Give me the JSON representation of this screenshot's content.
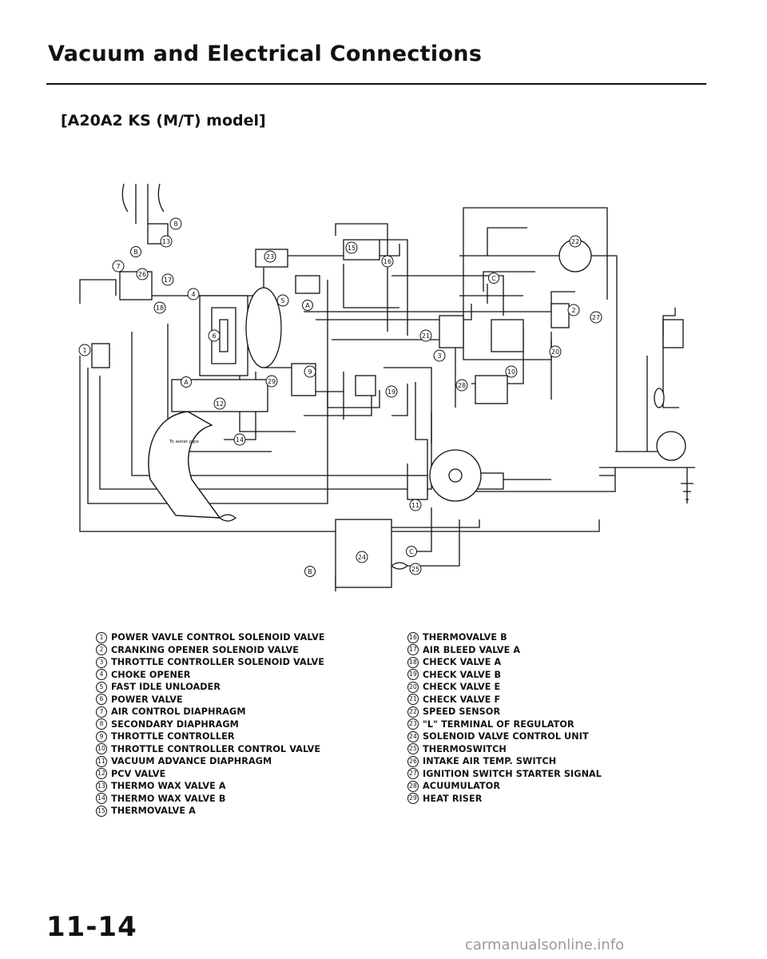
{
  "page": {
    "title": "Vacuum and Electrical Connections",
    "model": "[A20A2 KS (M/T) model]",
    "page_number": "11-14",
    "watermark": "carmanualsonline.info"
  },
  "diagram": {
    "markers": [
      "1",
      "2",
      "3",
      "4",
      "5",
      "6",
      "7",
      "8",
      "9",
      "10",
      "11",
      "12",
      "13",
      "14",
      "15",
      "16",
      "17",
      "18",
      "19",
      "20",
      "21",
      "22",
      "23",
      "24",
      "25",
      "26",
      "27",
      "28",
      "29"
    ],
    "connectors": [
      "A",
      "B",
      "C"
    ],
    "note": "To water pipe"
  },
  "legend": {
    "left": [
      {
        "num": "1",
        "text": "POWER VAVLE CONTROL SOLENOID VALVE"
      },
      {
        "num": "2",
        "text": "CRANKING OPENER SOLENOID VALVE"
      },
      {
        "num": "3",
        "text": "THROTTLE CONTROLLER SOLENOID VALVE"
      },
      {
        "num": "4",
        "text": "CHOKE OPENER"
      },
      {
        "num": "5",
        "text": "FAST IDLE UNLOADER"
      },
      {
        "num": "6",
        "text": "POWER VALVE"
      },
      {
        "num": "7",
        "text": "AIR CONTROL DIAPHRAGM"
      },
      {
        "num": "8",
        "text": "SECONDARY DIAPHRAGM"
      },
      {
        "num": "9",
        "text": "THROTTLE CONTROLLER"
      },
      {
        "num": "10",
        "text": "THROTTLE CONTROLLER CONTROL VALVE"
      },
      {
        "num": "11",
        "text": "VACUUM ADVANCE DIAPHRAGM"
      },
      {
        "num": "12",
        "text": "PCV VALVE"
      },
      {
        "num": "13",
        "text": "THERMO WAX VALVE A"
      },
      {
        "num": "14",
        "text": "THERMO WAX VALVE B"
      },
      {
        "num": "15",
        "text": "THERMOVALVE A"
      }
    ],
    "right": [
      {
        "num": "16",
        "text": "THERMOVALVE B"
      },
      {
        "num": "17",
        "text": "AIR BLEED VALVE A"
      },
      {
        "num": "18",
        "text": "CHECK VALVE A"
      },
      {
        "num": "19",
        "text": "CHECK VALVE B"
      },
      {
        "num": "20",
        "text": "CHECK VALVE E"
      },
      {
        "num": "21",
        "text": "CHECK VALVE F"
      },
      {
        "num": "22",
        "text": "SPEED SENSOR"
      },
      {
        "num": "23",
        "text": "\"L\" TERMINAL OF REGULATOR"
      },
      {
        "num": "24",
        "text": "SOLENOID VALVE CONTROL UNIT"
      },
      {
        "num": "25",
        "text": "THERMOSWITCH"
      },
      {
        "num": "26",
        "text": "INTAKE AIR TEMP. SWITCH"
      },
      {
        "num": "27",
        "text": "IGNITION SWITCH STARTER SIGNAL"
      },
      {
        "num": "28",
        "text": "ACUUMULATOR"
      },
      {
        "num": "29",
        "text": "HEAT RISER"
      }
    ]
  }
}
